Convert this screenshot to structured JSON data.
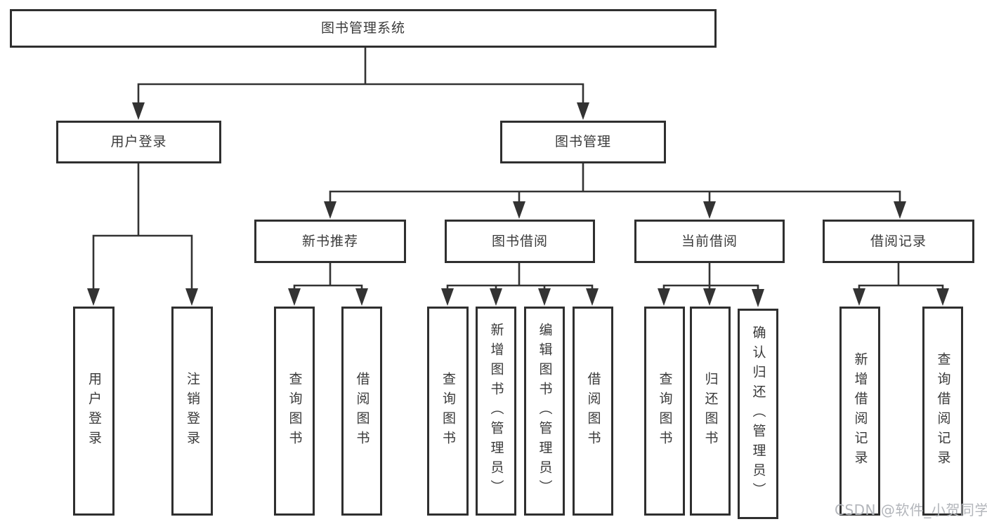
{
  "diagram": {
    "title": "图书管理系统",
    "nodes": {
      "root": "图书管理系统",
      "level2": [
        "用户登录",
        "图书管理"
      ],
      "level3": [
        "新书推荐",
        "图书借阅",
        "当前借阅",
        "借阅记录"
      ],
      "leaves_user_login": [
        "用户登录",
        "注销登录"
      ],
      "leaves_new_book": [
        "查询图书",
        "借阅图书"
      ],
      "leaves_book_borrow": [
        "查询图书",
        "新增图书（管理员）",
        "编辑图书（管理员）",
        "借阅图书"
      ],
      "leaves_current_borrow": [
        "查询图书",
        "归还图书",
        "确认归还（管理员）"
      ],
      "leaves_borrow_record": [
        "新增借阅记录",
        "查询借阅记录"
      ]
    },
    "colors": {
      "line": "#333333",
      "box_border": "#2f2f2f",
      "text": "#3a3a3a",
      "background": "#ffffff",
      "watermark_text": "#b3b6bb"
    }
  },
  "watermark": "CSDN @软件_小贺同学"
}
